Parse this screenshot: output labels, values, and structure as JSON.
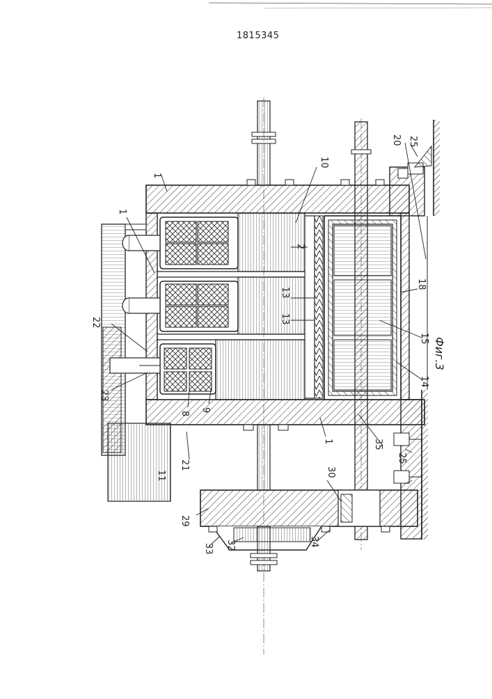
{
  "document": {
    "patent_number": "1815345",
    "figure_label": "Фиг.3"
  },
  "callouts": {
    "c1a": "1",
    "c1b": "1",
    "c1c": "1",
    "c2": "2",
    "c8": "8",
    "c9": "9",
    "c10": "10",
    "c11": "11",
    "c13a": "13",
    "c13b": "13",
    "c14": "14",
    "c15": "15",
    "c18": "18",
    "c20": "20",
    "c21": "21",
    "c22": "22",
    "c23": "23",
    "c25a": "25",
    "c25b": "25",
    "c29": "29",
    "c30": "30",
    "c32": "32",
    "c33": "33",
    "c34": "34",
    "c35": "35"
  }
}
